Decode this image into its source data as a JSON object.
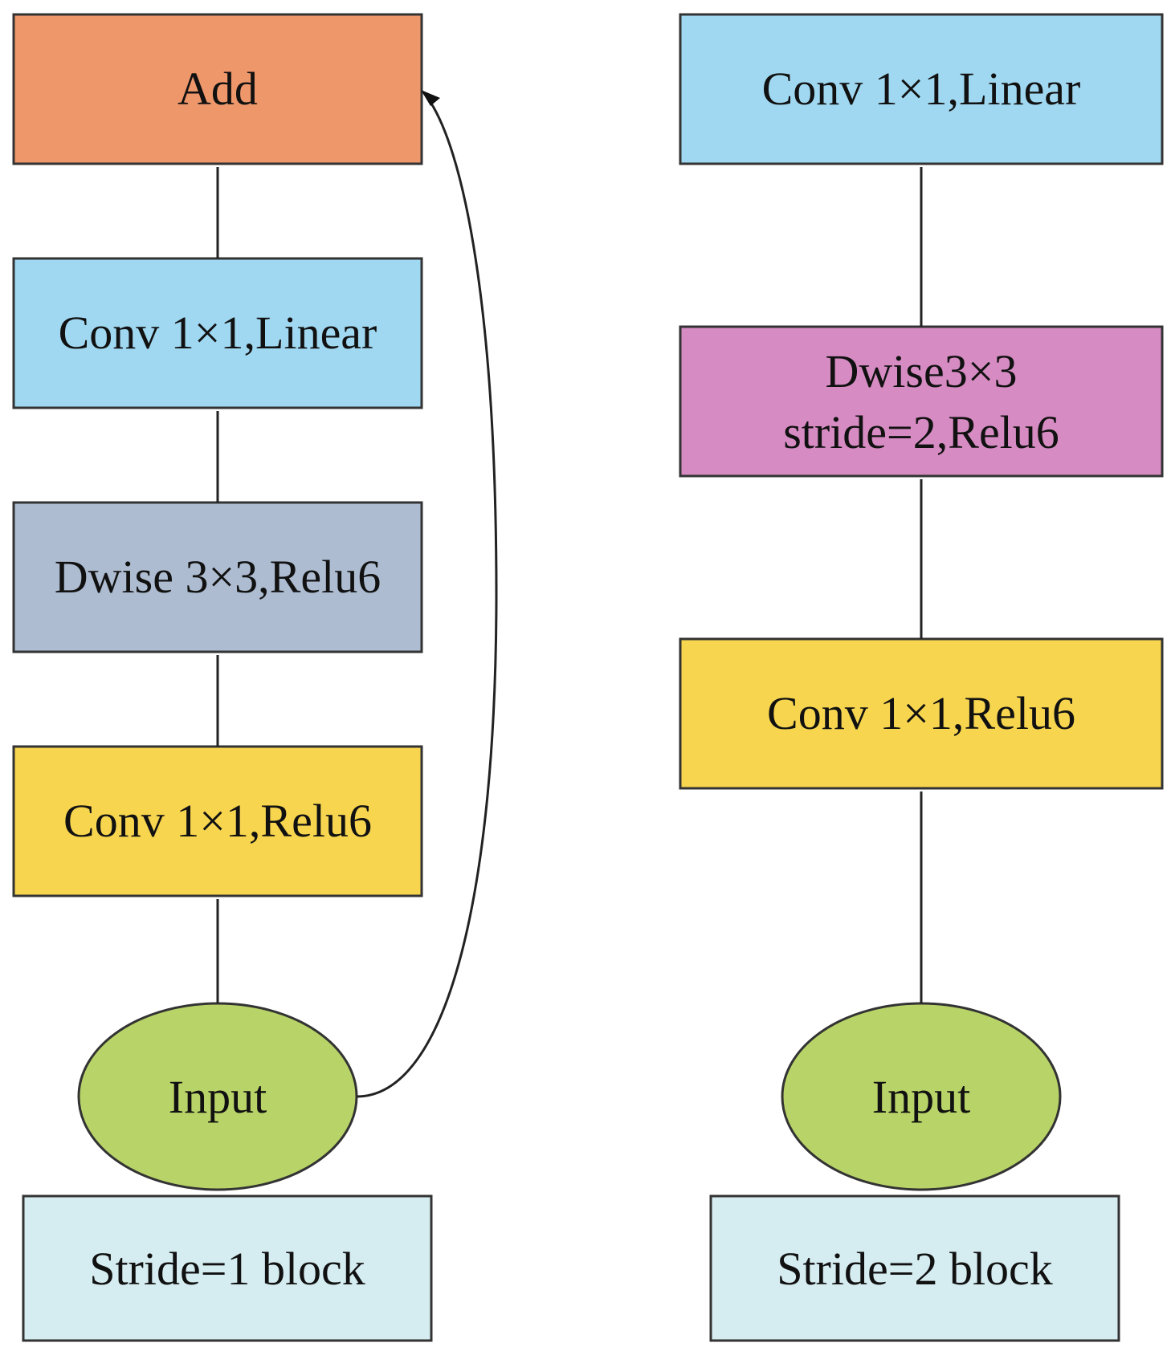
{
  "colors": {
    "add": "#EE976B",
    "linear": "#A0D8F1",
    "dwise_grey": "#ADBCD0",
    "relu": "#F7D54F",
    "dwise_pink": "#D68CC3",
    "input": "#B8D468",
    "label_box": "#D5ECF0",
    "stroke": "#333333"
  },
  "left_block": {
    "add": "Add",
    "conv_linear": "Conv 1×1,Linear",
    "dwise": "Dwise 3×3,Relu6",
    "conv_relu": "Conv 1×1,Relu6",
    "input": "Input",
    "label": "Stride=1 block"
  },
  "right_block": {
    "conv_linear": "Conv 1×1,Linear",
    "dwise_line1": "Dwise3×3",
    "dwise_line2": "stride=2,Relu6",
    "conv_relu": "Conv 1×1,Relu6",
    "input": "Input",
    "label": "Stride=2 block"
  }
}
